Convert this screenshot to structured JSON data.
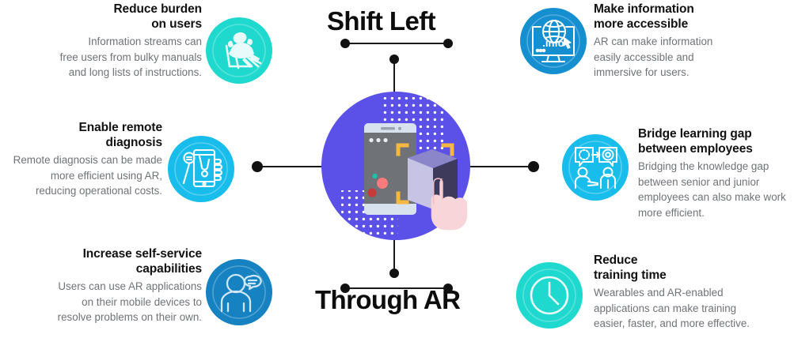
{
  "headings": {
    "top": "Shift Left",
    "bottom": "Through AR"
  },
  "center": {
    "icon_name": "ar-smartphone-cube-illustration",
    "circle_color": "#5b51e8",
    "cube_color": "#3d3a5c",
    "bracket_color": "#f7b843",
    "hand_color": "#f7d5d8",
    "phone_color": "#6f7378"
  },
  "colors": {
    "teal": "#1fd9cf",
    "cyan": "#18bdec",
    "blue_mid": "#168fd0",
    "blue_dark": "#1682c2",
    "text_title": "#111111",
    "text_body": "#6f7277",
    "connector": "#1a1a1a"
  },
  "items": [
    {
      "id": "reduce-burden",
      "title": "Reduce burden\non users",
      "body": "Information streams can\nfree users from bulky manuals\nand long lists of instructions.",
      "icon_name": "relaxing-person-lounge-chair-icon",
      "icon_color": "#1fd9cf",
      "align": "right"
    },
    {
      "id": "enable-remote-diagnosis",
      "title": "Enable remote\ndiagnosis",
      "body": "Remote diagnosis can be made\nmore efficient using AR,\nreducing operational costs.",
      "icon_name": "hand-phone-diagnosis-icon",
      "icon_color": "#18bdec",
      "align": "right"
    },
    {
      "id": "increase-self-service",
      "title": "Increase self-service\ncapabilities",
      "body": "Users can use AR applications\non their mobile devices to\nresolve problems on their own.",
      "icon_name": "person-speech-bubble-icon",
      "icon_color": "#1682c2",
      "align": "right"
    },
    {
      "id": "make-information-accessible",
      "title": "Make information\nmore accessible",
      "body": "AR can make information\neasily accessible and\nimmersive for users.",
      "icon_name": "monitor-globe-info-icon",
      "icon_color": "#168fd0",
      "align": "left"
    },
    {
      "id": "bridge-learning-gap",
      "title": "Bridge learning gap\nbetween employees",
      "body": "Bridging the knowledge gap\nbetween senior and junior\nemployees can also make work\nmore efficient.",
      "icon_name": "knowledge-transfer-people-icon",
      "icon_color": "#18bdec",
      "align": "left"
    },
    {
      "id": "reduce-training-time",
      "title": "Reduce\ntraining time",
      "body": "Wearables and AR-enabled\napplications can make training\neasier, faster, and more effective.",
      "icon_name": "clock-icon",
      "icon_color": "#1fd9cf",
      "align": "left"
    }
  ]
}
